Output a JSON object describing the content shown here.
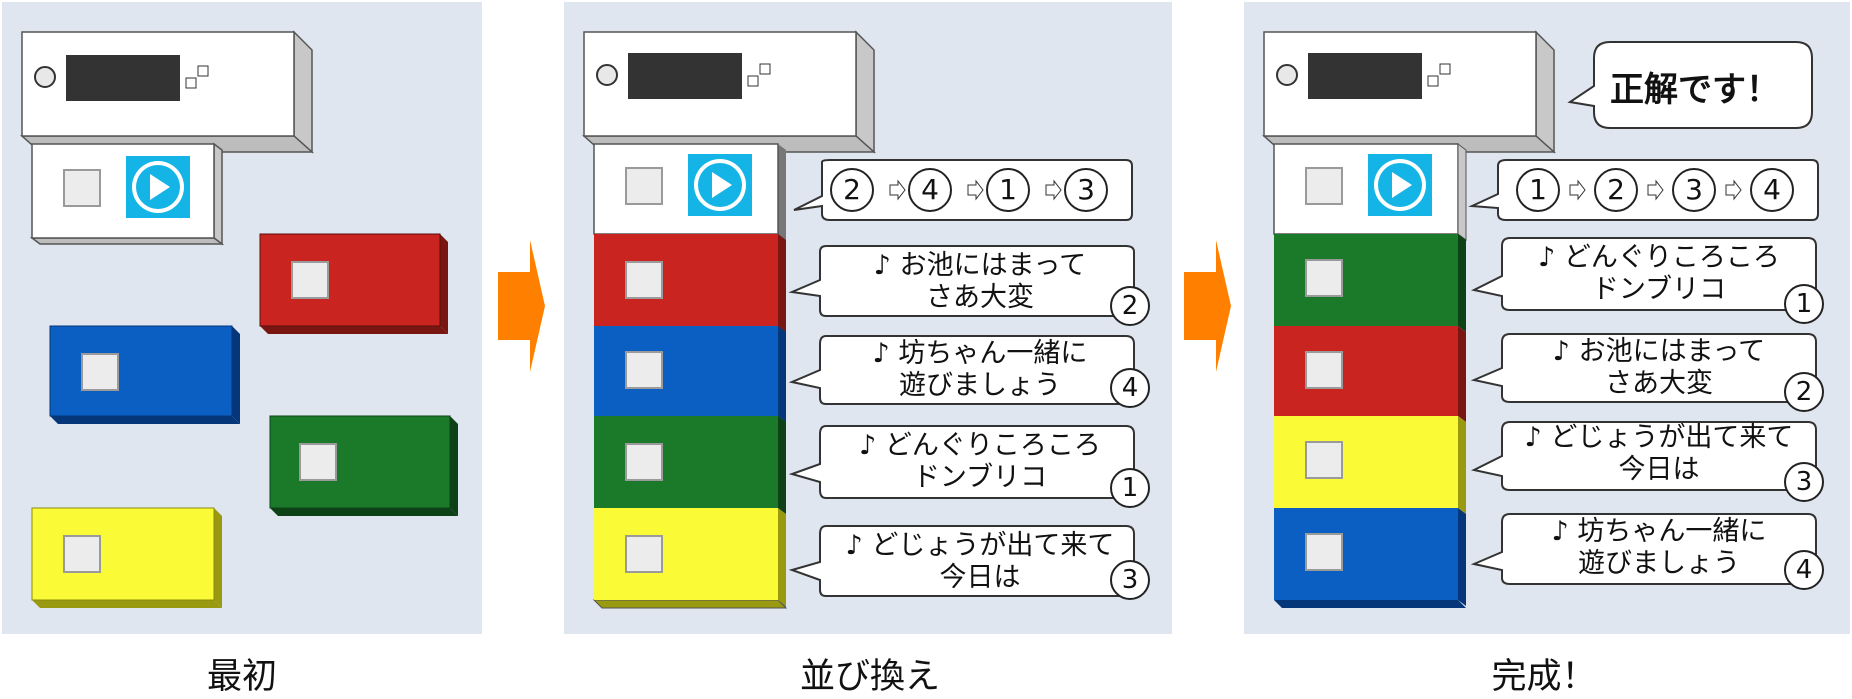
{
  "captions": {
    "initial": "最初",
    "sort": "並び換え",
    "done": "完成！"
  },
  "sequence_sort": {
    "order": [
      "2",
      "4",
      "1",
      "3"
    ]
  },
  "sequence_done": {
    "order": [
      "1",
      "2",
      "3",
      "4"
    ]
  },
  "sort_bubbles": [
    {
      "line1": "♪ お池にはまって",
      "line2": "さあ大変",
      "num": "2"
    },
    {
      "line1": "♪ 坊ちゃん一緒に",
      "line2": "遊びましょう",
      "num": "4"
    },
    {
      "line1": "♪ どんぐりころころ",
      "line2": "ドンブリコ",
      "num": "1"
    },
    {
      "line1": "♪ どじょうが出て来て",
      "line2": "今日は",
      "num": "3"
    }
  ],
  "done_bubbles": [
    {
      "line1": "♪ どんぐりころころ",
      "line2": "ドンブリコ",
      "num": "1"
    },
    {
      "line1": "♪ お池にはまって",
      "line2": "さあ大変",
      "num": "2"
    },
    {
      "line1": "♪ どじょうが出て来て",
      "line2": "今日は",
      "num": "3"
    },
    {
      "line1": "♪ 坊ちゃん一緒に",
      "line2": "遊びましょう",
      "num": "4"
    }
  ],
  "correct_message": "正解です！",
  "colors": {
    "panel_bg": "#dfe6ef",
    "red": "#c9241f",
    "blue": "#0b5fc2",
    "green": "#1a7a2a",
    "yellow": "#fafa36",
    "arrow": "#ff7f00",
    "play": "#14b4e6",
    "display": "#333333"
  },
  "icons": {
    "play": "play-icon",
    "arrow": "arrow-right-icon",
    "sensor": "camera-icon"
  }
}
